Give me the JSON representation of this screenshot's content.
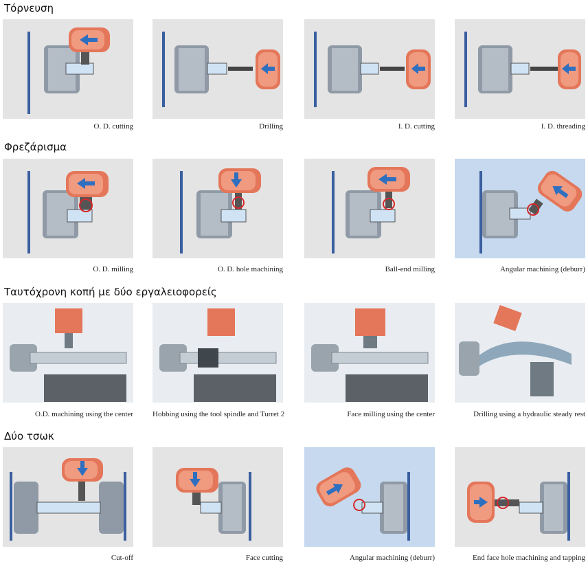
{
  "sections": [
    {
      "title": "Τόρνευση",
      "items": [
        {
          "caption": "O. D. cutting",
          "highlight": false
        },
        {
          "caption": "Drilling",
          "highlight": false
        },
        {
          "caption": "I. D. cutting",
          "highlight": false
        },
        {
          "caption": "I. D. threading",
          "highlight": false
        }
      ]
    },
    {
      "title": "Φρεζάρισμα",
      "items": [
        {
          "caption": "O. D. milling",
          "highlight": false
        },
        {
          "caption": "O. D. hole machining",
          "highlight": false
        },
        {
          "caption": "Ball-end milling",
          "highlight": false
        },
        {
          "caption": "Angular machining (deburr)",
          "highlight": true
        }
      ]
    },
    {
      "title": "Ταυτόχρονη κοπή με δύο εργαλειοφορείς",
      "items": [
        {
          "caption": "O.D. machining using the center",
          "highlight": false
        },
        {
          "caption": "Hobbing using the tool spindle and Turret 2",
          "highlight": false
        },
        {
          "caption": "Face milling using the center",
          "highlight": false
        },
        {
          "caption": "Drilling using a hydraulic steady rest",
          "highlight": false
        }
      ]
    },
    {
      "title": "Δύο τσωκ",
      "items": [
        {
          "caption": "Cut-off",
          "highlight": false
        },
        {
          "caption": "Face cutting",
          "highlight": false
        },
        {
          "caption": "Angular machining (deburr)",
          "highlight": true
        },
        {
          "caption": "End face hole machining and tapping",
          "highlight": false
        }
      ]
    }
  ],
  "colors": {
    "panel_bg": "#e4e4e4",
    "panel_highlight_bg": "#c6d9ee",
    "spindle_red": "#e4765a",
    "arrow_blue": "#2f6fc0",
    "machine_steel": "#8f9aa6"
  },
  "icons": [
    "spindle-icon",
    "chuck-icon",
    "tool-icon",
    "direction-arrow-icon"
  ]
}
